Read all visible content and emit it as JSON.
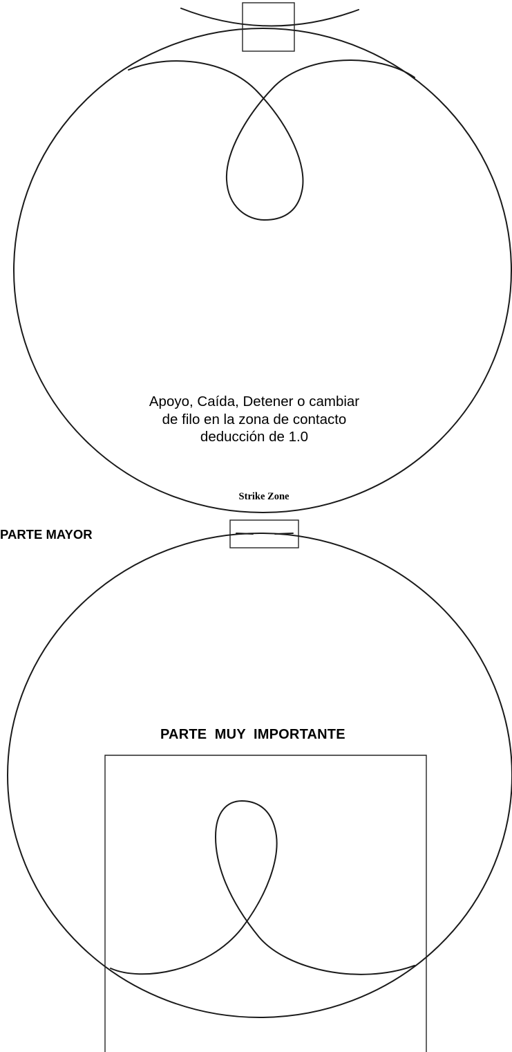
{
  "labels": {
    "note_line_1": "Apoyo, Caída, Detener o cambiar",
    "note_line_2": "de filo en la zona de contacto",
    "note_line_3": "deducción de 1.0",
    "strike_zone": "Strike Zone",
    "major_part": "PARTE MAYOR",
    "very_important_part": "PARTE  MUY  IMPORTANTE"
  },
  "colors": {
    "line": "#1a1a1a",
    "text": "#000000",
    "background": "#ffffff"
  }
}
